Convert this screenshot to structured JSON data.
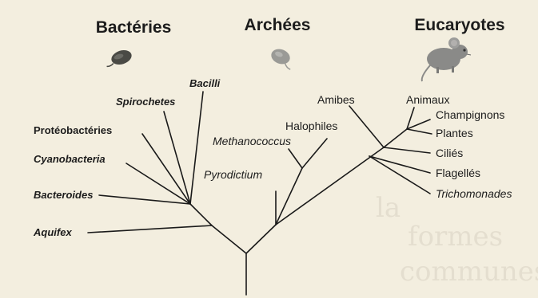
{
  "domains": {
    "bacteria": "Bactéries",
    "archaea": "Archées",
    "eukaryotes": "Eucaryotes"
  },
  "icons": {
    "bacteria": "bacterium-icon",
    "archaea": "archaeon-icon",
    "eukaryotes": "mouse-icon"
  },
  "colors": {
    "background": "#f3eedf",
    "branch": "#1a1a1a",
    "bacterium": "#4a4a45",
    "archaeon": "#9a9a96",
    "mouse": "#8a8a88"
  },
  "leaves": {
    "bacilli": "Bacilli",
    "spirochetes": "Spirochetes",
    "proteobacteria": "Protéobactéries",
    "cyanobacteria": "Cyanobacteria",
    "bacteroides": "Bacteroides",
    "aquifex": "Aquifex",
    "methanococcus": "Methanococcus",
    "halophiles": "Halophiles",
    "pyrodictium": "Pyrodictium",
    "amibes": "Amibes",
    "animaux": "Animaux",
    "champignons": "Champignons",
    "plantes": "Plantes",
    "cilies": "Ciliés",
    "flagelles": "Flagellés",
    "trichomonades": "Trichomonades"
  }
}
